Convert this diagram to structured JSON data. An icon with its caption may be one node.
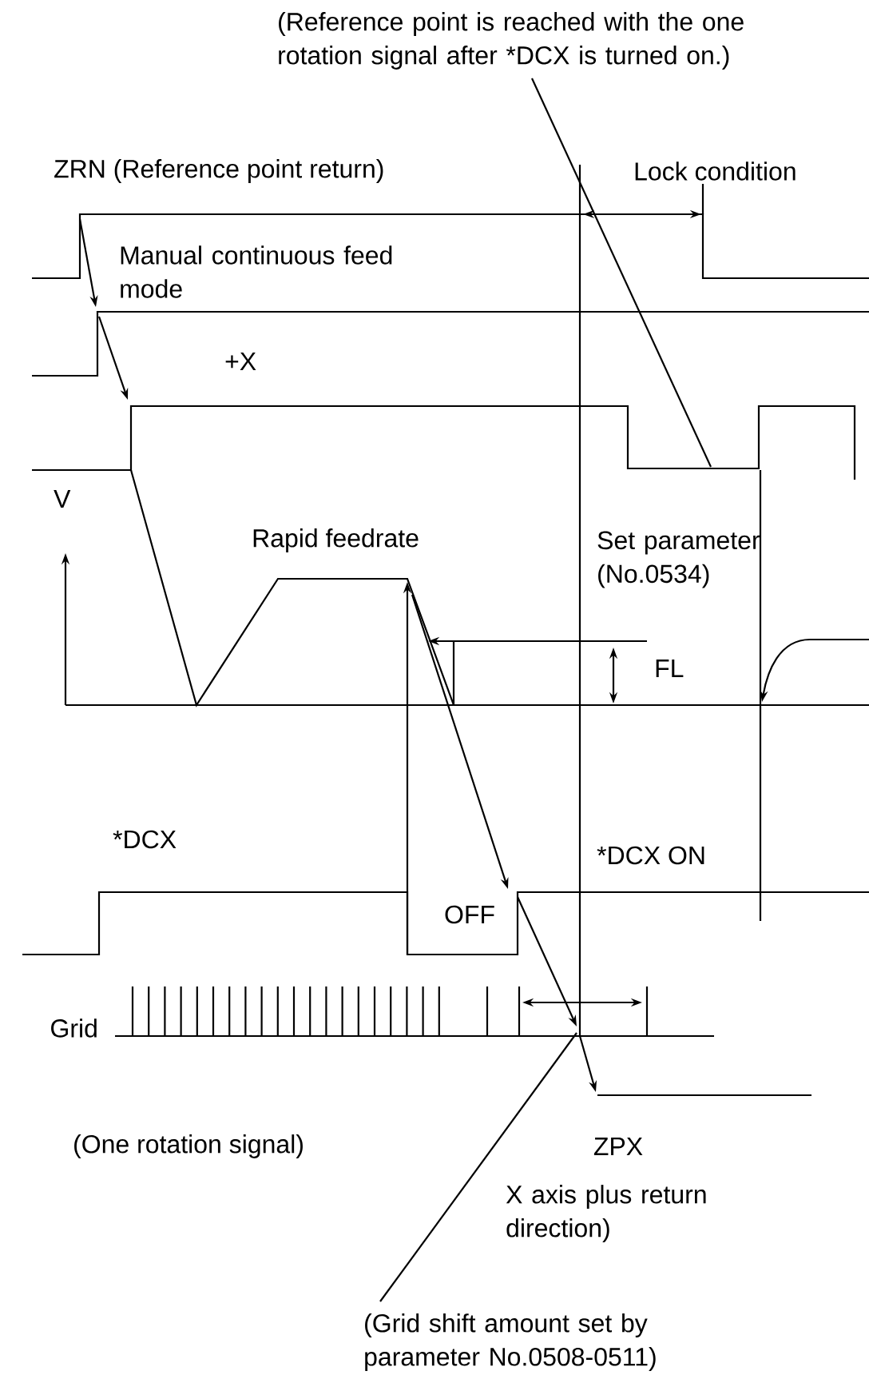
{
  "diagram": {
    "nodes": [
      {
        "text": [
          "(Reference point is reached with the one rotation signal after *DCX is turned on.)"
        ]
      },
      {
        "text": [
          "(Grid shift amount set by parameter No.0508-0511)"
        ]
      }
    ],
    "edges": [
      {
        "from": 0,
        "to": null,
        "arrow": "none"
      },
      {
        "from": 1,
        "to": null,
        "arrow": "none"
      }
    ],
    "labels": [
      "ZRN (Reference point return)",
      "Lock condition",
      "Manual continuous feed mode",
      "+X",
      "V",
      "Rapid feedrate",
      "Set parameter (No.0534)",
      "FL",
      "*DCX",
      "*DCX ON",
      "OFF",
      "Grid",
      "(One rotation signal)",
      "ZPX",
      "X axis plus return direction)"
    ]
  }
}
